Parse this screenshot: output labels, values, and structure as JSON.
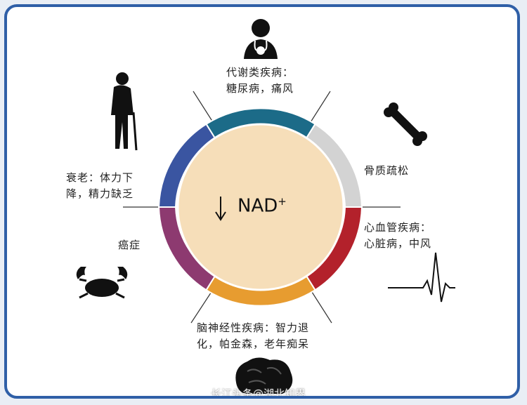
{
  "center_label": "NAD",
  "center_superscript": "+",
  "center_arrow": "↓",
  "diseases": [
    {
      "key": "metabolic",
      "line1": "代谢类疾病：",
      "line2": "糖尿病，痛风",
      "color": "#1c6b88"
    },
    {
      "key": "bone",
      "line1": "骨质疏松",
      "line2": "",
      "color": "#d3d3d3"
    },
    {
      "key": "cardio",
      "line1": "心血管疾病：",
      "line2": "心脏病，中风",
      "color": "#b3212b"
    },
    {
      "key": "neuro",
      "line1": "脑神经性疾病：智力退",
      "line2": "化，帕金森，老年痴呆",
      "color": "#e79c30"
    },
    {
      "key": "cancer",
      "line1": "癌症",
      "line2": "",
      "color": "#8d3a70"
    },
    {
      "key": "aging",
      "line1": "衰老：体力下",
      "line2": "降，精力缺乏",
      "color": "#3a55a1"
    }
  ],
  "colors": {
    "frame": "#2f5fa7",
    "inner_circle": "#f6deb9",
    "ring_outline": "#ffffff",
    "silhouette": "#111111"
  },
  "icons": [
    "doctor-icon",
    "bone-icon",
    "ecg-icon",
    "brain-icon",
    "crab-icon",
    "elderly-person-icon"
  ],
  "watermark": "长江头条@湖北知界"
}
